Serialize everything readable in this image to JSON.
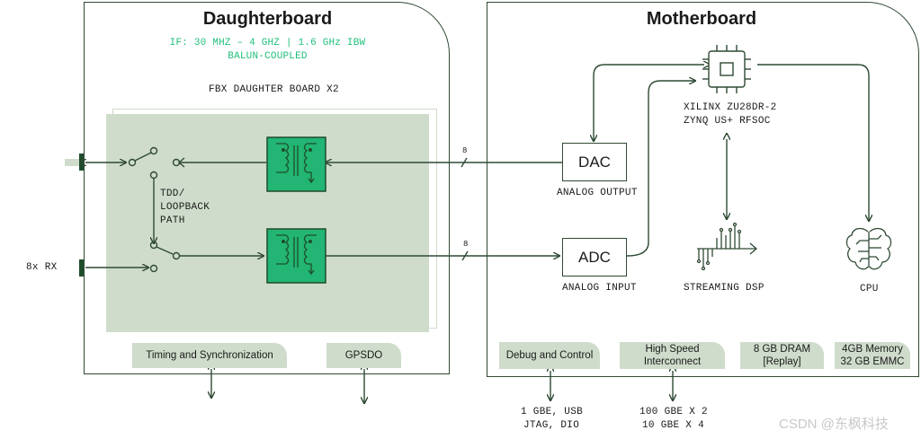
{
  "daughterboard": {
    "title": "Daughterboard",
    "if_line1": "IF: 30 MHZ – 4 GHZ | 1.6 GHz IBW",
    "if_line2": "BALUN-COUPLED",
    "fbx_label": "FBX DAUGHTER BOARD X2",
    "tdd_label_1": "TDD/",
    "tdd_label_2": "LOOPBACK",
    "tdd_label_3": "PATH",
    "rx_label": "8x RX",
    "timing_tab": "Timing and Synchronization",
    "gpsdo_tab": "GPSDO"
  },
  "motherboard": {
    "title": "Motherboard",
    "fpga_line1": "XILINX ZU28DR-2",
    "fpga_line2": "ZYNQ US+ RFSOC",
    "dac_box": "DAC",
    "dac_caption": "ANALOG OUTPUT",
    "adc_box": "ADC",
    "adc_caption": "ANALOG INPUT",
    "dsp_caption": "STREAMING DSP",
    "cpu_caption": "CPU",
    "debug_tab": "Debug and Control",
    "hs_tab_1": "High Speed",
    "hs_tab_2": "Interconnect",
    "dram_tab_1": "8 GB DRAM",
    "dram_tab_2": "[Replay]",
    "mem_tab_1": "4GB Memory",
    "mem_tab_2": "32 GB EMMC"
  },
  "bus": {
    "tx_width": "8",
    "rx_width": "8"
  },
  "io": {
    "debug_line1": "1 GBE, USB",
    "debug_line2": "JTAG, DIO",
    "hs_line1": "100 GBE X 2",
    "hs_line2": "10 GBE X 4"
  },
  "watermark": "CSDN @东枫科技",
  "colors": {
    "line": "#2f4a34",
    "panel_fill": "#cfdccb",
    "chip_green": "#22b573",
    "text_green": "#1fbf7a"
  },
  "icons": [
    "switch-icon",
    "balun-transformer-icon",
    "chip-icon",
    "dsp-waveform-icon",
    "brain-cpu-icon",
    "bus-slash-icon"
  ]
}
